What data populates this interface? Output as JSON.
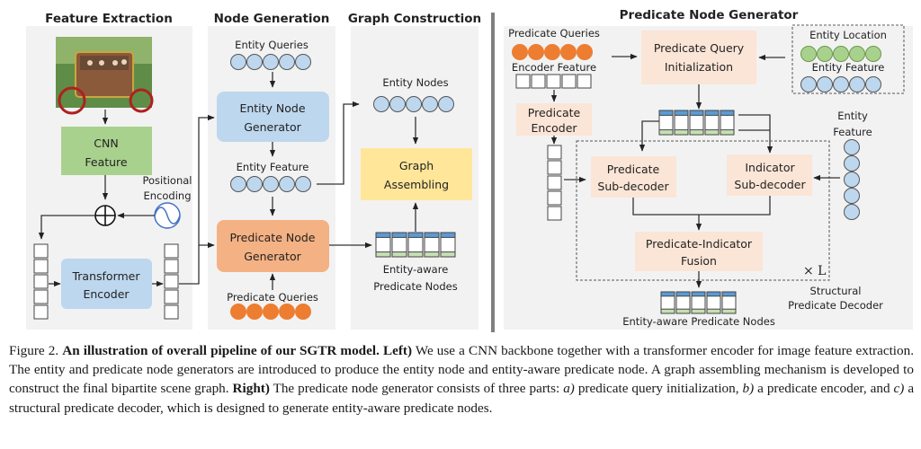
{
  "colors": {
    "panel_bg": "#f2f2f2",
    "entity_blue": "#bdd7ee",
    "predicate_orange": "#ed7d31",
    "cnn_green": "#a9d18e",
    "transformer_blue": "#bdd7ee",
    "entity_node_gen_blue": "#bdd7ee",
    "predicate_node_gen_orange": "#f4b183",
    "graph_assembling_yellow": "#ffe699",
    "right_box_peach": "#fbe5d6",
    "location_green": "#a9d18e",
    "slot_top_blue": "#5b9bd5",
    "slot_bottom_green": "#c5e0b4"
  },
  "left": {
    "feature_extraction": {
      "title": "Feature Extraction",
      "image_alt": "carriage photo",
      "cnn_line1": "CNN",
      "cnn_line2": "Feature",
      "positional_line1": "Positional",
      "positional_line2": "Encoding",
      "transformer_line1": "Transformer",
      "transformer_line2": "Encoder"
    },
    "node_generation": {
      "title": "Node Generation",
      "entity_queries": "Entity Queries",
      "entity_gen_line1": "Entity Node",
      "entity_gen_line2": "Generator",
      "entity_feature": "Entity Feature",
      "predicate_gen_line1": "Predicate Node",
      "predicate_gen_line2": "Generator",
      "predicate_queries": "Predicate Queries"
    },
    "graph_construction": {
      "title": "Graph Construction",
      "entity_nodes": "Entity Nodes",
      "assembling_line1": "Graph",
      "assembling_line2": "Assembling",
      "pred_nodes_line1": "Entity-aware",
      "pred_nodes_line2": "Predicate Nodes"
    }
  },
  "right": {
    "title": "Predicate Node Generator",
    "predicate_queries": "Predicate Queries",
    "encoder_feature": "Encoder Feature",
    "query_init_line1": "Predicate Query",
    "query_init_line2": "Initialization",
    "entity_location": "Entity Location",
    "entity_feature_top": "Entity Feature",
    "encoder_line1": "Predicate",
    "encoder_line2": "Encoder",
    "entity_feature_side_line1": "Entity",
    "entity_feature_side_line2": "Feature",
    "pred_subdec_line1": "Predicate",
    "pred_subdec_line2": "Sub-decoder",
    "ind_subdec_line1": "Indicator",
    "ind_subdec_line2": "Sub-decoder",
    "fusion_line1": "Predicate-Indicator",
    "fusion_line2": "Fusion",
    "repeat_label": "× L",
    "structural_line1": "Structural",
    "structural_line2": "Predicate Decoder",
    "output_label": "Entity-aware Predicate Nodes"
  },
  "caption": {
    "fig_label": "Figure 2.",
    "bold_title": "An illustration of overall pipeline of our SGTR model.",
    "left_tag": "Left)",
    "left_text": "We use a CNN backbone together with a transformer encoder for image feature extraction. The entity and predicate node generators are introduced to produce the entity node and entity-aware predicate node. A graph assembling mechanism is developed to construct the final bipartite scene graph.",
    "right_tag": "Right)",
    "right_text_1": "The predicate node generator consists of three parts:",
    "part_a": "a)",
    "part_a_text": "predicate query initialization,",
    "part_b": "b)",
    "part_b_text": "a predicate encoder, and",
    "part_c": "c)",
    "part_c_text": "a structural predicate decoder, which is designed to generate entity-aware predicate nodes."
  }
}
